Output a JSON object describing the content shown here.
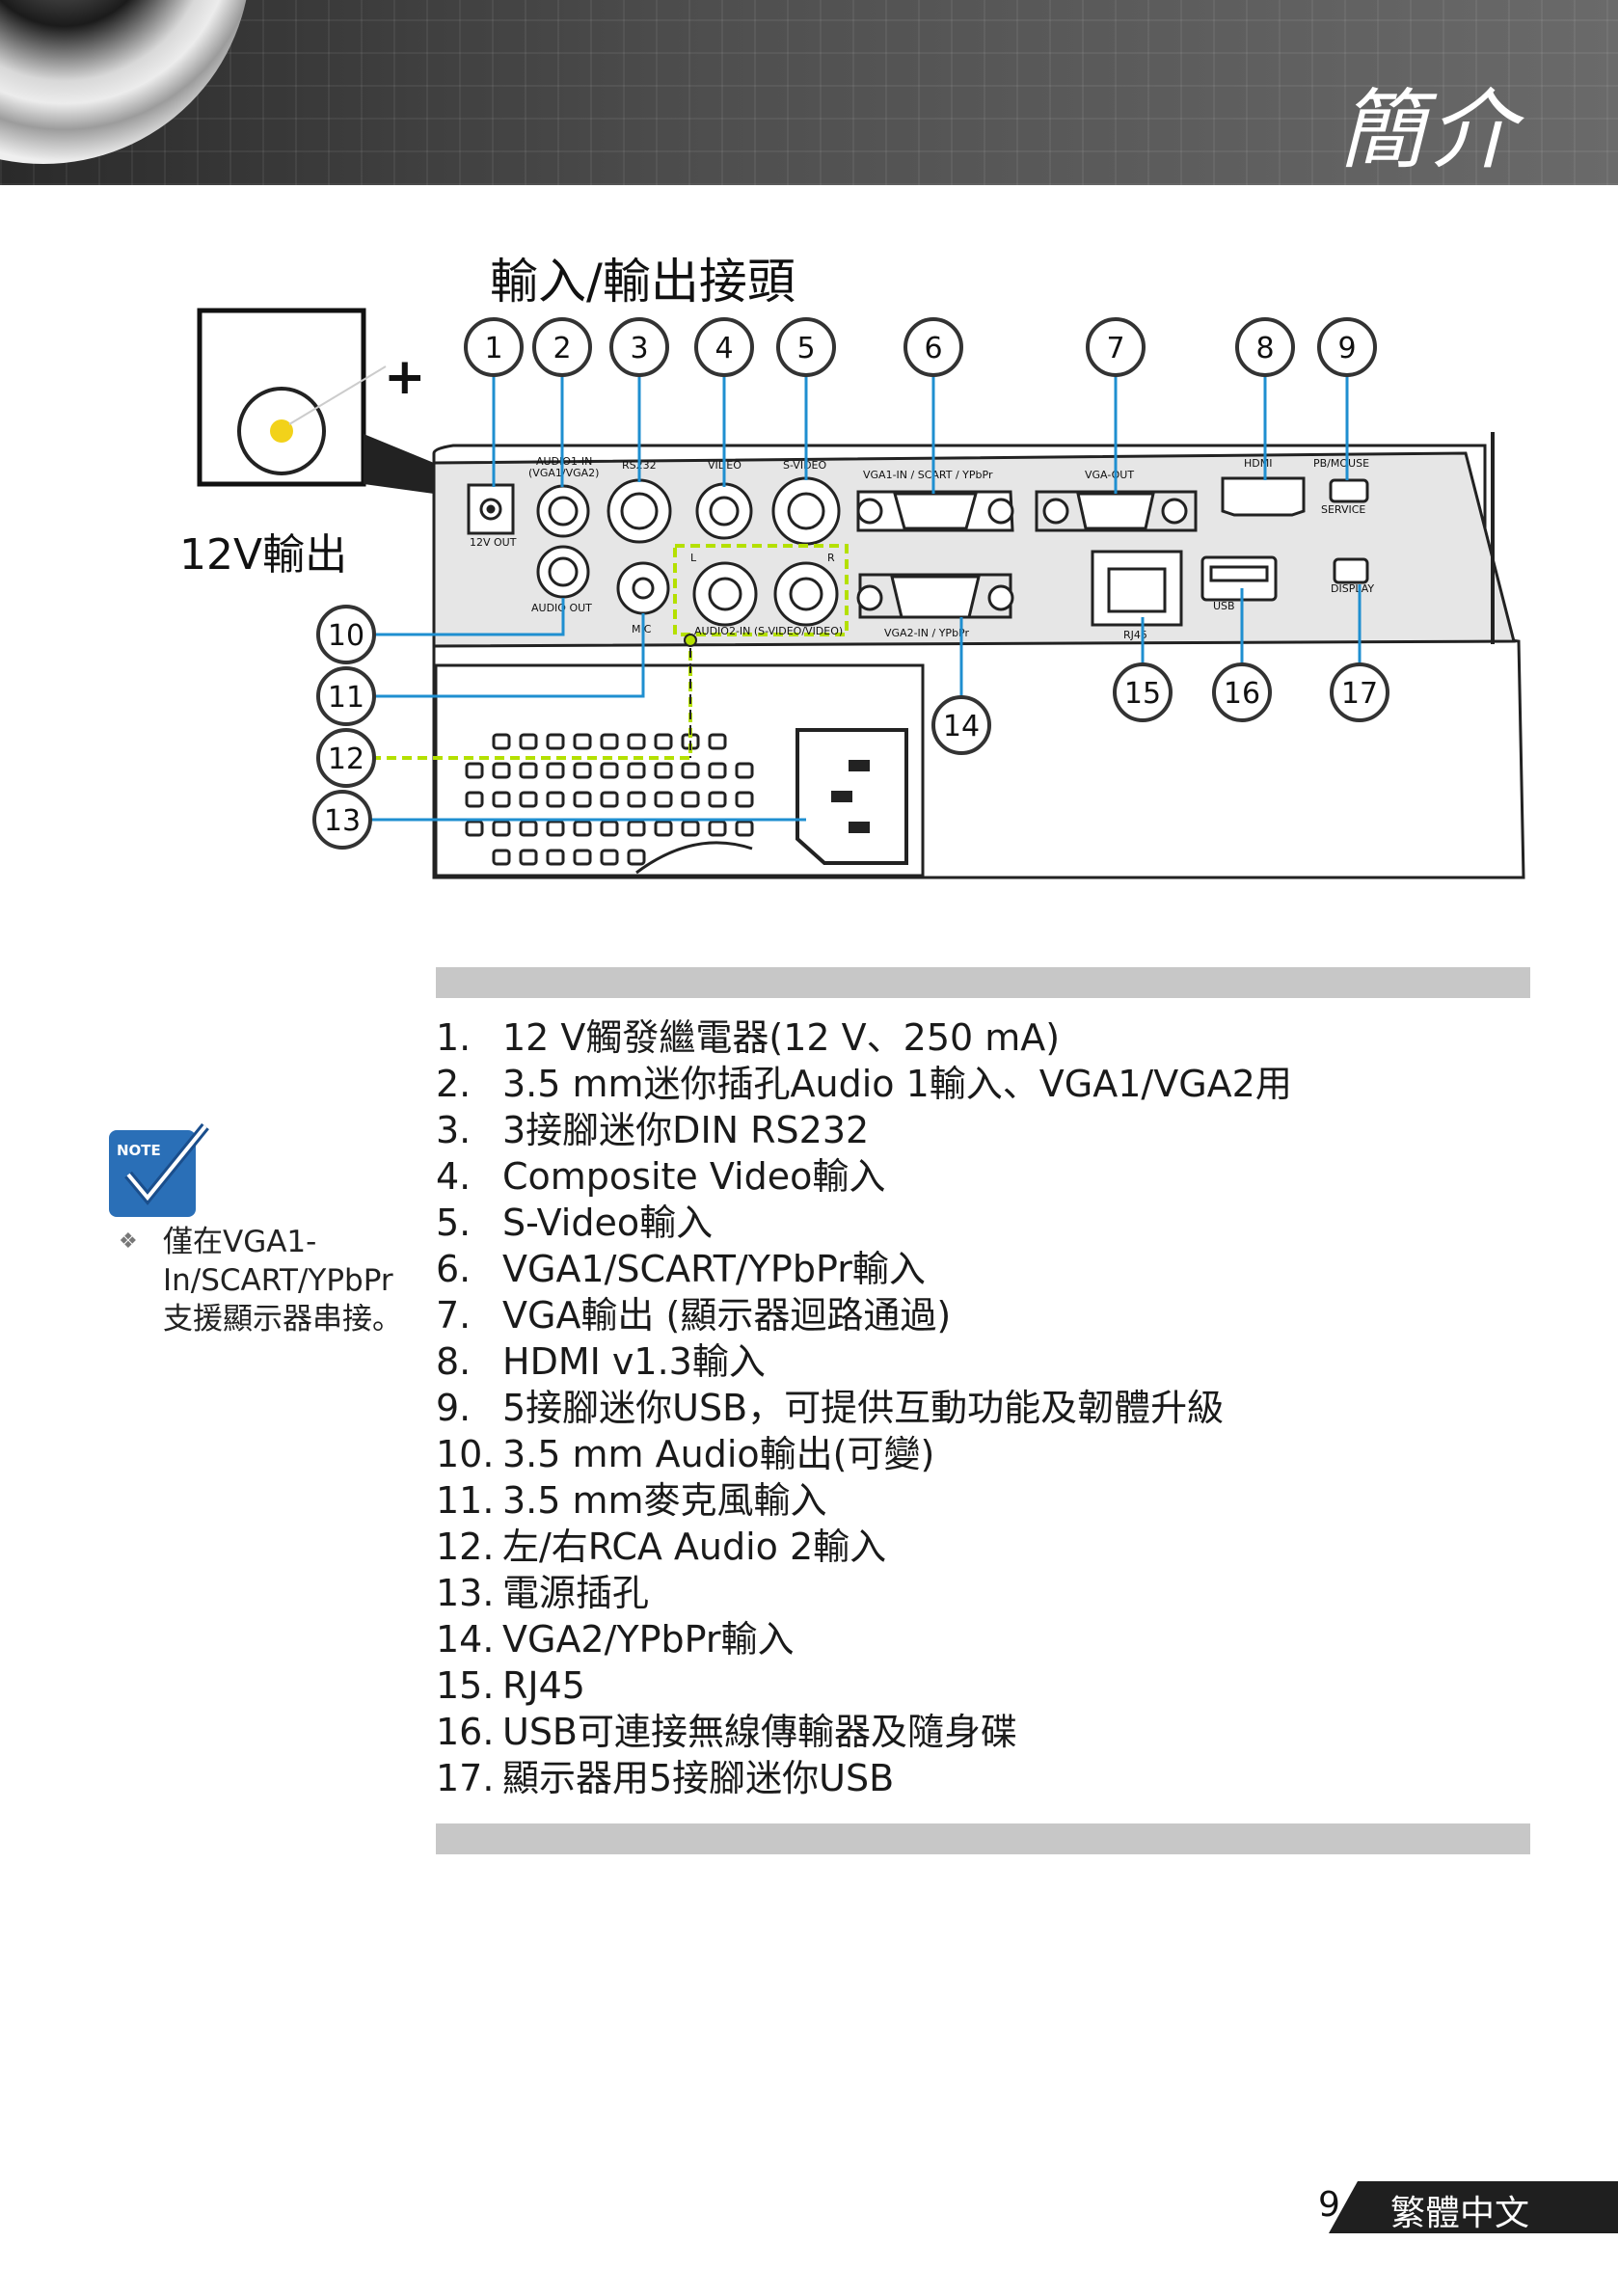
{
  "header": {
    "title": "簡介"
  },
  "diagram": {
    "title": "輸入/輸出接頭",
    "inset_label": "12V輸出",
    "inset_plus": "+",
    "callouts": [
      "1",
      "2",
      "3",
      "4",
      "5",
      "6",
      "7",
      "8",
      "9",
      "10",
      "11",
      "12",
      "13",
      "14",
      "15",
      "16",
      "17"
    ],
    "port_labels": {
      "audio1": "AUDIO1-IN",
      "audio1_sub": "(VGA1/VGA2)",
      "rs232": "RS232",
      "video": "VIDEO",
      "svideo": "S-VIDEO",
      "vga1": "VGA1-IN / SCART / YPbPr",
      "vgaout": "VGA-OUT",
      "hdmi": "HDMI",
      "pbmouse": "PB/MOUSE",
      "service": "SERVICE",
      "out12v": "12V OUT",
      "audioout": "AUDIO OUT",
      "mic": "MIC",
      "left": "L",
      "right": "R",
      "audio2": "AUDIO2-IN (S-VIDEO/VIDEO)",
      "vga2": "VGA2-IN / YPbPr",
      "rj45": "RJ45",
      "usb": "USB",
      "display": "DISPLAY"
    }
  },
  "features": [
    {
      "num": "1.",
      "text": "12 V觸發繼電器(12 V、250 mA)"
    },
    {
      "num": "2.",
      "text": "3.5 mm迷你插孔Audio 1輸入、VGA1/VGA2用"
    },
    {
      "num": "3.",
      "text": "3接腳迷你DIN RS232"
    },
    {
      "num": "4.",
      "text": "Composite Video輸入"
    },
    {
      "num": "5.",
      "text": "S-Video輸入"
    },
    {
      "num": "6.",
      "text": "VGA1/SCART/YPbPr輸入"
    },
    {
      "num": "7.",
      "text": "VGA輸出 (顯示器迴路通過)"
    },
    {
      "num": "8.",
      "text": "HDMI v1.3輸入"
    },
    {
      "num": "9.",
      "text": "5接腳迷你USB，可提供互動功能及韌體升級"
    },
    {
      "num": "10.",
      "text": "3.5 mm Audio輸出(可變)"
    },
    {
      "num": "11.",
      "text": "3.5 mm麥克風輸入"
    },
    {
      "num": "12.",
      "text": "左/右RCA Audio 2輸入"
    },
    {
      "num": "13.",
      "text": "電源插孔"
    },
    {
      "num": "14.",
      "text": "VGA2/YPbPr輸入"
    },
    {
      "num": "15.",
      "text": "RJ45"
    },
    {
      "num": "16.",
      "text": "USB可連接無線傳輸器及隨身碟"
    },
    {
      "num": "17.",
      "text": "顯示器用5接腳迷你USB"
    }
  ],
  "note": {
    "icon_label": "NOTE",
    "bullet": "❖",
    "text": "僅在VGA1-In/SCART/YPbPr支援顯示器串接。"
  },
  "footer": {
    "page_number": "9",
    "language": "繁體中文"
  },
  "colors": {
    "header_dark": "#2a2a2a",
    "bar_gray": "#c7c7c7",
    "callout_blue": "#1f8fd0",
    "note_blue": "#2a6fb7",
    "highlight_green": "#b4e000"
  }
}
